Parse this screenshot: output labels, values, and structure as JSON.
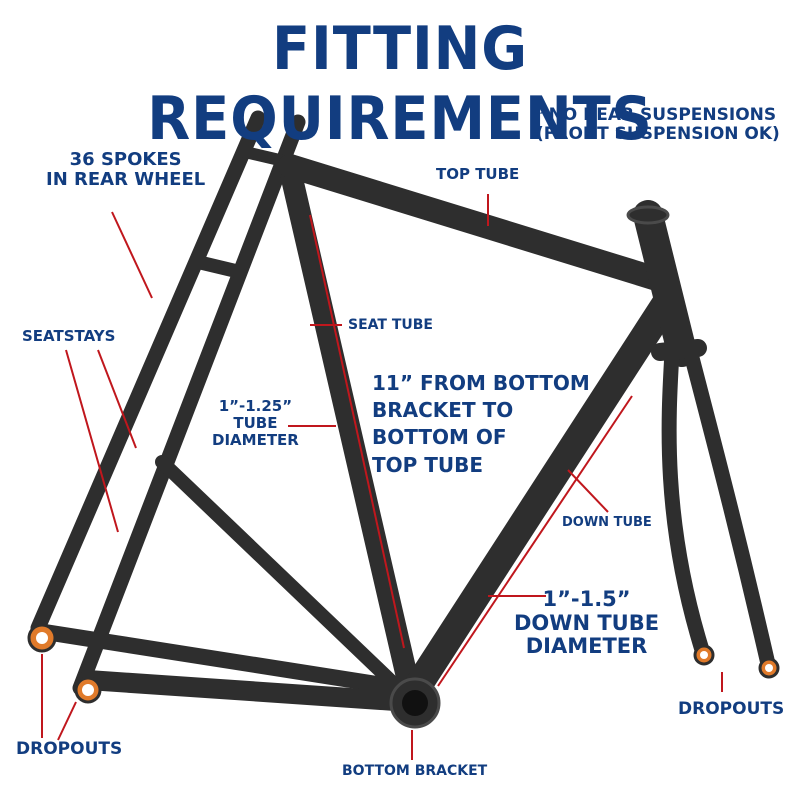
{
  "colors": {
    "text": "#123d80",
    "leader": "#c0171d",
    "frame": "#2e2e2e",
    "frame_highlight": "#4a4a4a",
    "dropout_accent": "#e07a2a"
  },
  "title": "FITTING REQUIREMENTS",
  "labels": {
    "note": [
      "*NO REAR SUSPENSIONS",
      "(FRONT SUSPENSION OK)"
    ],
    "spokes": [
      "36 SPOKES",
      "IN REAR WHEEL"
    ],
    "top_tube": "TOP TUBE",
    "seatstays": "SEATSTAYS",
    "seat_tube": "SEAT TUBE",
    "seat_tube_length": [
      "11” FROM BOTTOM",
      "BRACKET TO",
      "BOTTOM OF",
      "TOP TUBE"
    ],
    "tube_diameter": [
      "1”-1.25”",
      "TUBE",
      "DIAMETER"
    ],
    "down_tube": "DOWN TUBE",
    "down_tube_diameter": [
      "1”-1.5”",
      "DOWN TUBE",
      "DIAMETER"
    ],
    "dropouts_rear": "DROPOUTS",
    "dropouts_front": "DROPOUTS",
    "bottom_bracket": "BOTTOM BRACKET"
  }
}
